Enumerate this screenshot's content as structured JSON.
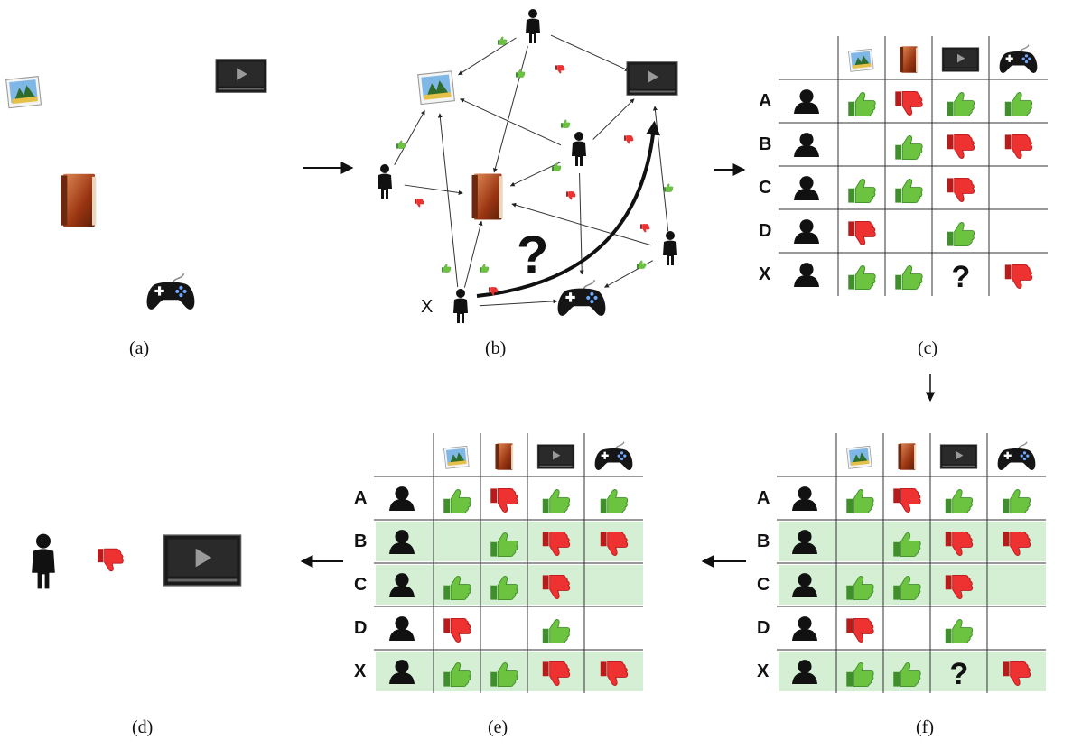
{
  "captions": {
    "a": "(a)",
    "b": "(b)",
    "c": "(c)",
    "d": "(d)",
    "e": "(e)",
    "f": "(f)"
  },
  "question_mark": "?",
  "graph_target_user_label": "X",
  "table": {
    "row_labels": [
      "A",
      "B",
      "C",
      "D",
      "X"
    ],
    "item_icons": [
      "photo-icon",
      "book-icon",
      "video-icon",
      "gamepad-icon"
    ],
    "ratings": [
      [
        "like",
        "dislike",
        "like",
        "like"
      ],
      [
        "",
        "like",
        "dislike",
        "dislike"
      ],
      [
        "like",
        "like",
        "dislike",
        ""
      ],
      [
        "dislike",
        "",
        "like",
        ""
      ],
      [
        "like",
        "like",
        "?",
        "dislike"
      ]
    ],
    "predicted_ratings": [
      [
        "like",
        "dislike",
        "like",
        "like"
      ],
      [
        "",
        "like",
        "dislike",
        "dislike"
      ],
      [
        "like",
        "like",
        "dislike",
        ""
      ],
      [
        "dislike",
        "",
        "like",
        ""
      ],
      [
        "like",
        "like",
        "dislike",
        "dislike"
      ]
    ],
    "similar_rows": [
      "B",
      "C",
      "X"
    ]
  },
  "colors": {
    "like": "#5dbb3a",
    "dislike": "#e52b2b",
    "highlight": "#d4efd4",
    "ink": "#111111"
  },
  "panel_d": {
    "user_icon": "person-icon",
    "rating": "dislike",
    "item_icon": "video-icon"
  }
}
